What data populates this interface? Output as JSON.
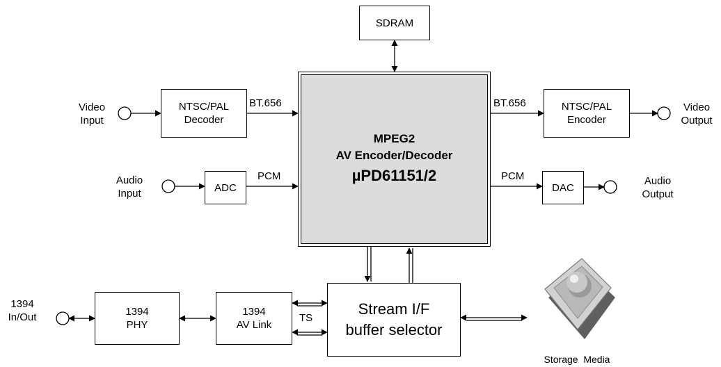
{
  "blocks": {
    "sdram": "SDRAM",
    "ntsc_decoder": [
      "NTSC/PAL",
      "Decoder"
    ],
    "ntsc_encoder": [
      "NTSC/PAL",
      "Encoder"
    ],
    "adc": "ADC",
    "dac": "DAC",
    "phy": [
      "1394",
      "PHY"
    ],
    "av_link": [
      "1394",
      "AV Link"
    ],
    "stream_if": [
      "Stream I/F",
      "buffer selector"
    ]
  },
  "chip": {
    "line1": "MPEG2",
    "line2": "AV Encoder/Decoder",
    "line3": "µPD61151/2"
  },
  "terminals": {
    "video_input": [
      "Video",
      "Input"
    ],
    "video_output": [
      "Video",
      "Output"
    ],
    "audio_input": [
      "Audio",
      "Input"
    ],
    "audio_output": [
      "Audio",
      "Output"
    ],
    "io_1394": [
      "1394",
      "In/Out"
    ]
  },
  "signals": {
    "bt656_in": "BT.656",
    "bt656_out": "BT.656",
    "pcm_in": "PCM",
    "pcm_out": "PCM",
    "ts": "TS"
  },
  "storage": {
    "label": "Storage  Media",
    "icon": "trackball-drive-icon"
  }
}
